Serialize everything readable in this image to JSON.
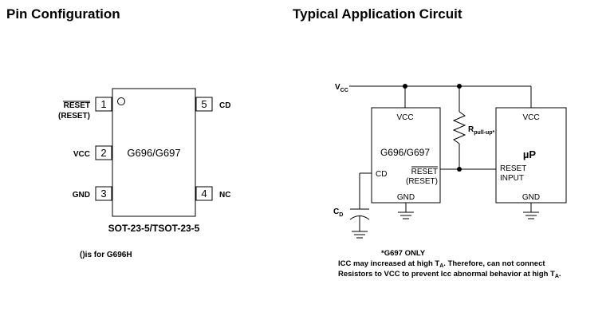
{
  "headings": {
    "pin_configuration": "Pin Configuration",
    "typical_application": "Typical Application Circuit"
  },
  "pin_diagram": {
    "chip_label": "G696/G697",
    "package_label": "SOT-23-5/TSOT-23-5",
    "footnote": "()is for G696H",
    "pins": [
      {
        "number": "1",
        "label": "RESET",
        "alt_label": "(RESET)"
      },
      {
        "number": "2",
        "label": "VCC"
      },
      {
        "number": "3",
        "label": "GND"
      },
      {
        "number": "4",
        "label": "NC"
      },
      {
        "number": "5",
        "label": "CD"
      }
    ]
  },
  "circuit": {
    "supply_label": "V",
    "supply_sub": "CC",
    "resistor_label": "R",
    "resistor_sub": "pull-up*",
    "cap_label": "C",
    "cap_sub": "D",
    "ic": {
      "vcc": "VCC",
      "name": "G696/G697",
      "cd": "CD",
      "reset": "RESET",
      "reset_alt": "(RESET)",
      "gnd": "GND"
    },
    "uP": {
      "vcc": "VCC",
      "name": "µP",
      "reset_line1": "RESET",
      "reset_line2": "INPUT",
      "gnd": "GND"
    }
  },
  "notes": {
    "line1": "*G697 ONLY",
    "line2_a": "ICC may increased at high T",
    "line2_sub": "A",
    "line2_b": ". Therefore, can not connect",
    "line3_a": "Resistors to VCC to prevent Icc abnormal behavior at high T",
    "line3_sub": "A",
    "line3_b": "."
  }
}
